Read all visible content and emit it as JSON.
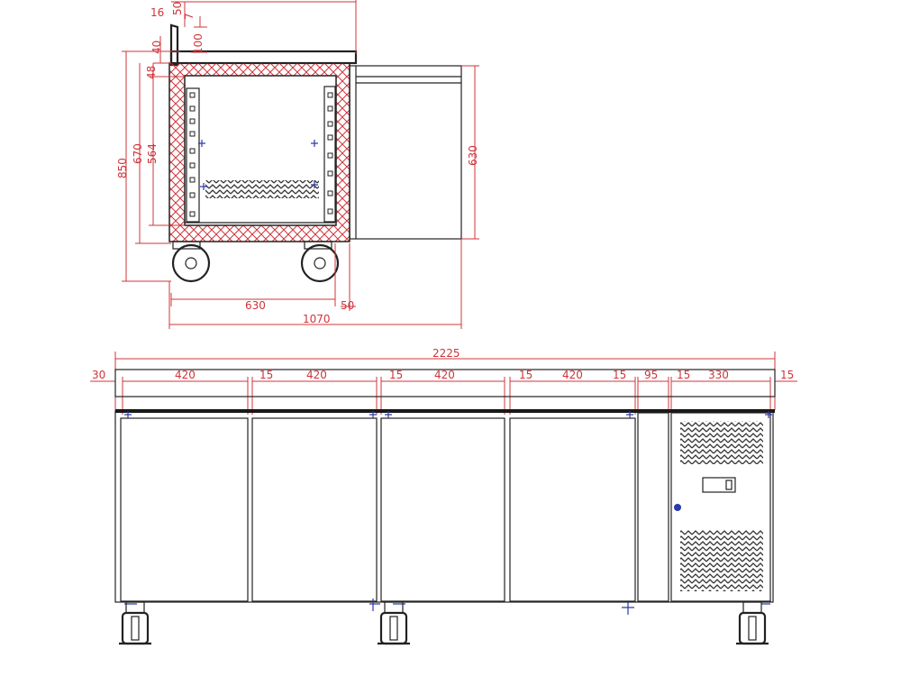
{
  "side_view": {
    "dimensions": [
      "50",
      "16",
      "7",
      "100",
      "40",
      "48",
      "670",
      "564",
      "850",
      "630",
      "630",
      "50",
      "1070"
    ]
  },
  "front_view": {
    "overall_width": "2225",
    "segments": [
      "30",
      "420",
      "15",
      "420",
      "15",
      "420",
      "15",
      "420",
      "15",
      "95",
      "15",
      "330",
      "15"
    ]
  },
  "colors": {
    "dimension": "#d0343a",
    "outline": "#222222",
    "marker": "#2b3aa8"
  }
}
